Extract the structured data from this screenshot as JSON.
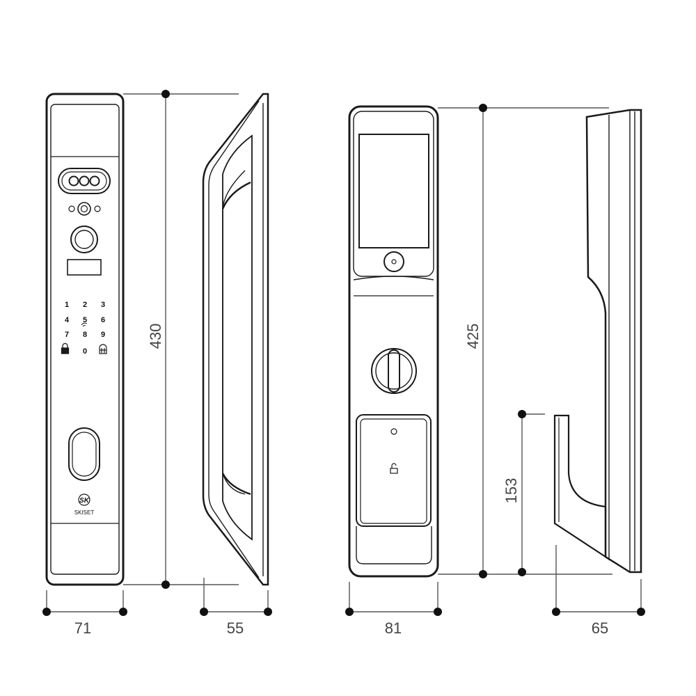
{
  "dimensions": {
    "front_width": "71",
    "front_height": "430",
    "side_depth": "55",
    "back_width": "81",
    "back_height": "425",
    "handle_height": "153",
    "back_side_depth": "65"
  },
  "keypad": {
    "keys": [
      "1",
      "2",
      "3",
      "4",
      "5",
      "6",
      "7",
      "8",
      "9",
      "0"
    ]
  },
  "brand": {
    "monogram": "SK",
    "name": "SKISET"
  },
  "colors": {
    "line": "#1a1a1a",
    "dim_line": "#555555",
    "label": "#444444"
  }
}
